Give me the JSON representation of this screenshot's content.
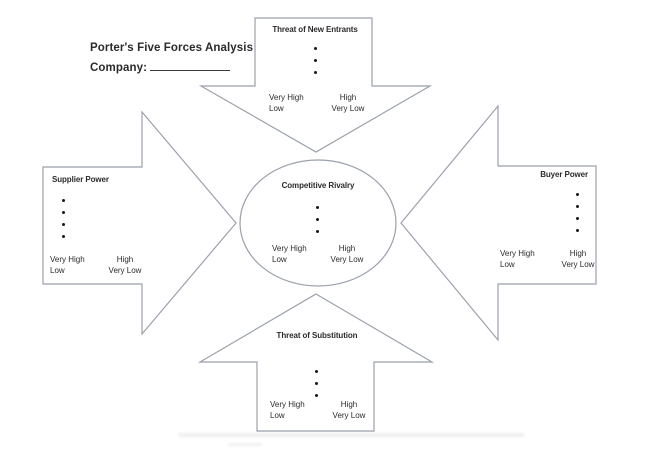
{
  "colors": {
    "shape_stroke": "#9ba1ab",
    "text": "#2b2b2b",
    "background": "#ffffff"
  },
  "header": {
    "title": "Porter's Five Forces Analysis",
    "company_label": "Company:",
    "company_value": ""
  },
  "forces": {
    "top": {
      "label": "Threat of New Entrants",
      "dots": 3,
      "scale": {
        "r1c1": "Very High",
        "r1c2": "High",
        "r2c1": "Low",
        "r2c2": "Very Low"
      }
    },
    "left": {
      "label": "Supplier Power",
      "dots": 4,
      "scale": {
        "r1c1": "Very High",
        "r1c2": "High",
        "r2c1": "Low",
        "r2c2": "Very Low"
      }
    },
    "right": {
      "label": "Buyer Power",
      "dots": 4,
      "scale": {
        "r1c1": "Very High",
        "r1c2": "High",
        "r2c1": "Low",
        "r2c2": "Very Low"
      }
    },
    "center": {
      "label": "Competitive Rivalry",
      "dots": 3,
      "scale": {
        "r1c1": "Very High",
        "r1c2": "High",
        "r2c1": "Low",
        "r2c2": "Very Low"
      }
    },
    "bottom": {
      "label": "Threat of Substitution",
      "dots": 3,
      "scale": {
        "r1c1": "Very High",
        "r1c2": "High",
        "r2c1": "Low",
        "r2c2": "Very Low"
      }
    }
  }
}
